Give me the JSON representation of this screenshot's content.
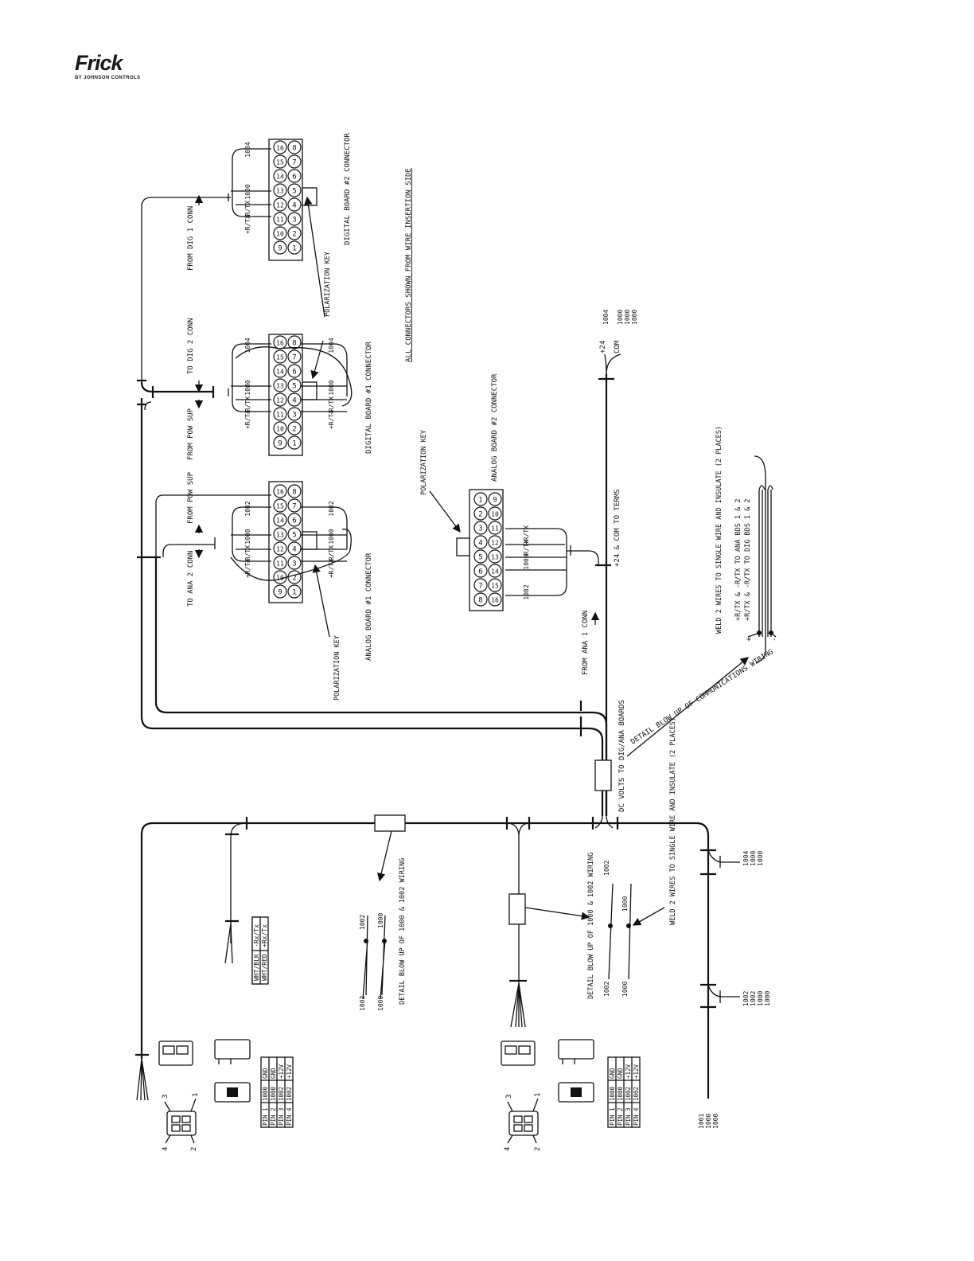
{
  "brand": {
    "name": "Frick",
    "tagline": "BY JOHNSON CONTROLS"
  },
  "note": "ALL CONNECTORS SHOWN FROM WIRE INSERTION SIDE",
  "connectors": {
    "dig2": {
      "title": "DIGITAL BOARD #2 CONNECTOR"
    },
    "dig1": {
      "title": "DIGITAL BOARD #1 CONNECTOR"
    },
    "ana1": {
      "title": "ANALOG BOARD #1 CONNECTOR"
    },
    "ana2": {
      "title": "ANALOG BOARD #2 CONNECTOR"
    },
    "key": "POLARIZATION KEY",
    "pins_main": [
      "16",
      "8",
      "15",
      "7",
      "14",
      "6",
      "13",
      "5",
      "12",
      "4",
      "11",
      "3",
      "10",
      "2",
      "9",
      "1"
    ],
    "pins_ana2": [
      "1",
      "9",
      "2",
      "10",
      "3",
      "11",
      "4",
      "12",
      "5",
      "13",
      "6",
      "14",
      "7",
      "15",
      "8",
      "16"
    ]
  },
  "wire_labels": {
    "w1004": "1004",
    "w1000": "1000",
    "w1002": "1002",
    "w1001": "1001",
    "rtx_neg": "-R/TX",
    "rtx_pos": "+R/TX"
  },
  "harness_labels": {
    "from_dig1": "FROM DIG 1 CONN",
    "to_dig2": "TO DIG 2 CONN",
    "from_pow_sup": "FROM POW SUP",
    "to_ana2": "TO ANA 2 CONN",
    "from_ana1": "FROM ANA 1 CONN",
    "terms": "+24 & COM TO TERMS",
    "p24": "+24",
    "com": "COM",
    "dc_volts": "DC VOLTS TO DIG/ANA BOARDS",
    "blowup_comm": "DETAIL BLOW UP OF COMMUNICATIONS WIRING",
    "weld_rtx": "WELD 2 WIRES TO SINGLE WIRE AND INSULATE (2 PLACES)",
    "rtx_ana": "+R/TX & -R/TX TO ANA BDS 1 & 2",
    "rtx_dig": "+R/TX & -R/TX TO DIG BDS 1 & 2",
    "plus": "+",
    "minus": "-",
    "blowup_1000_1002": "DETAIL BLOW UP OF 1000 & 1002 WIRING",
    "weld_1000": "WELD 2 WIRES TO SINGLE WIRE AND INSULATE (2 PLACES)"
  },
  "rs_table": [
    [
      "WHT/BLK",
      "-Rx/Tx"
    ],
    [
      "WHT/RED",
      "+Rx/Tx"
    ]
  ],
  "pin_table_left": [
    [
      "PIN 1",
      "1000",
      "GND"
    ],
    [
      "PIN 2",
      "1000",
      "GND"
    ],
    [
      "PIN 3",
      "1002",
      "+12V"
    ],
    [
      "PIN 4",
      "1002",
      "+12V"
    ]
  ],
  "pin_table_right": [
    [
      "PIN 1",
      "1000",
      "GND"
    ],
    [
      "PIN 2",
      "1000",
      "GND"
    ],
    [
      "PIN 3",
      "1002",
      "+12V"
    ],
    [
      "PIN 4",
      "1002",
      "+12V"
    ]
  ],
  "plug_pins": {
    "p1": "1",
    "p2": "2",
    "p3": "3",
    "p4": "4"
  },
  "wire_groups": {
    "g1": [
      "1004",
      "1000",
      "1000"
    ],
    "g2": [
      "1002",
      "1002",
      "1000",
      "1000"
    ],
    "g3": [
      "1001",
      "1000",
      "1000"
    ],
    "g4": [
      "1004",
      "1000",
      "1000",
      "1000"
    ]
  }
}
